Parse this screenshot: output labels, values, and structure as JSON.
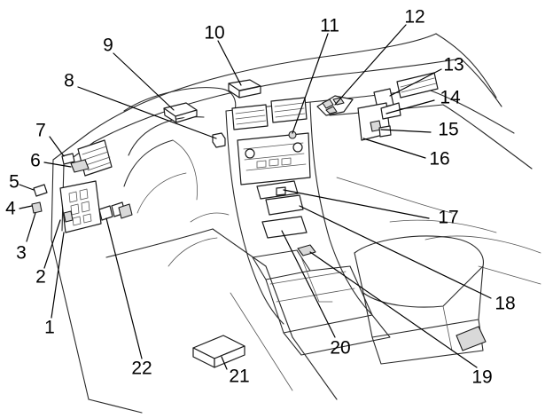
{
  "callouts": [
    {
      "id": 1,
      "label": "1"
    },
    {
      "id": 2,
      "label": "2"
    },
    {
      "id": 3,
      "label": "3"
    },
    {
      "id": 4,
      "label": "4"
    },
    {
      "id": 5,
      "label": "5"
    },
    {
      "id": 6,
      "label": "6"
    },
    {
      "id": 7,
      "label": "7"
    },
    {
      "id": 8,
      "label": "8"
    },
    {
      "id": 9,
      "label": "9"
    },
    {
      "id": 10,
      "label": "10"
    },
    {
      "id": 11,
      "label": "11"
    },
    {
      "id": 12,
      "label": "12"
    },
    {
      "id": 13,
      "label": "13"
    },
    {
      "id": 14,
      "label": "14"
    },
    {
      "id": 15,
      "label": "15"
    },
    {
      "id": 16,
      "label": "16"
    },
    {
      "id": 17,
      "label": "17"
    },
    {
      "id": 18,
      "label": "18"
    },
    {
      "id": 19,
      "label": "19"
    },
    {
      "id": 20,
      "label": "20"
    },
    {
      "id": 21,
      "label": "21"
    },
    {
      "id": 22,
      "label": "22"
    }
  ]
}
